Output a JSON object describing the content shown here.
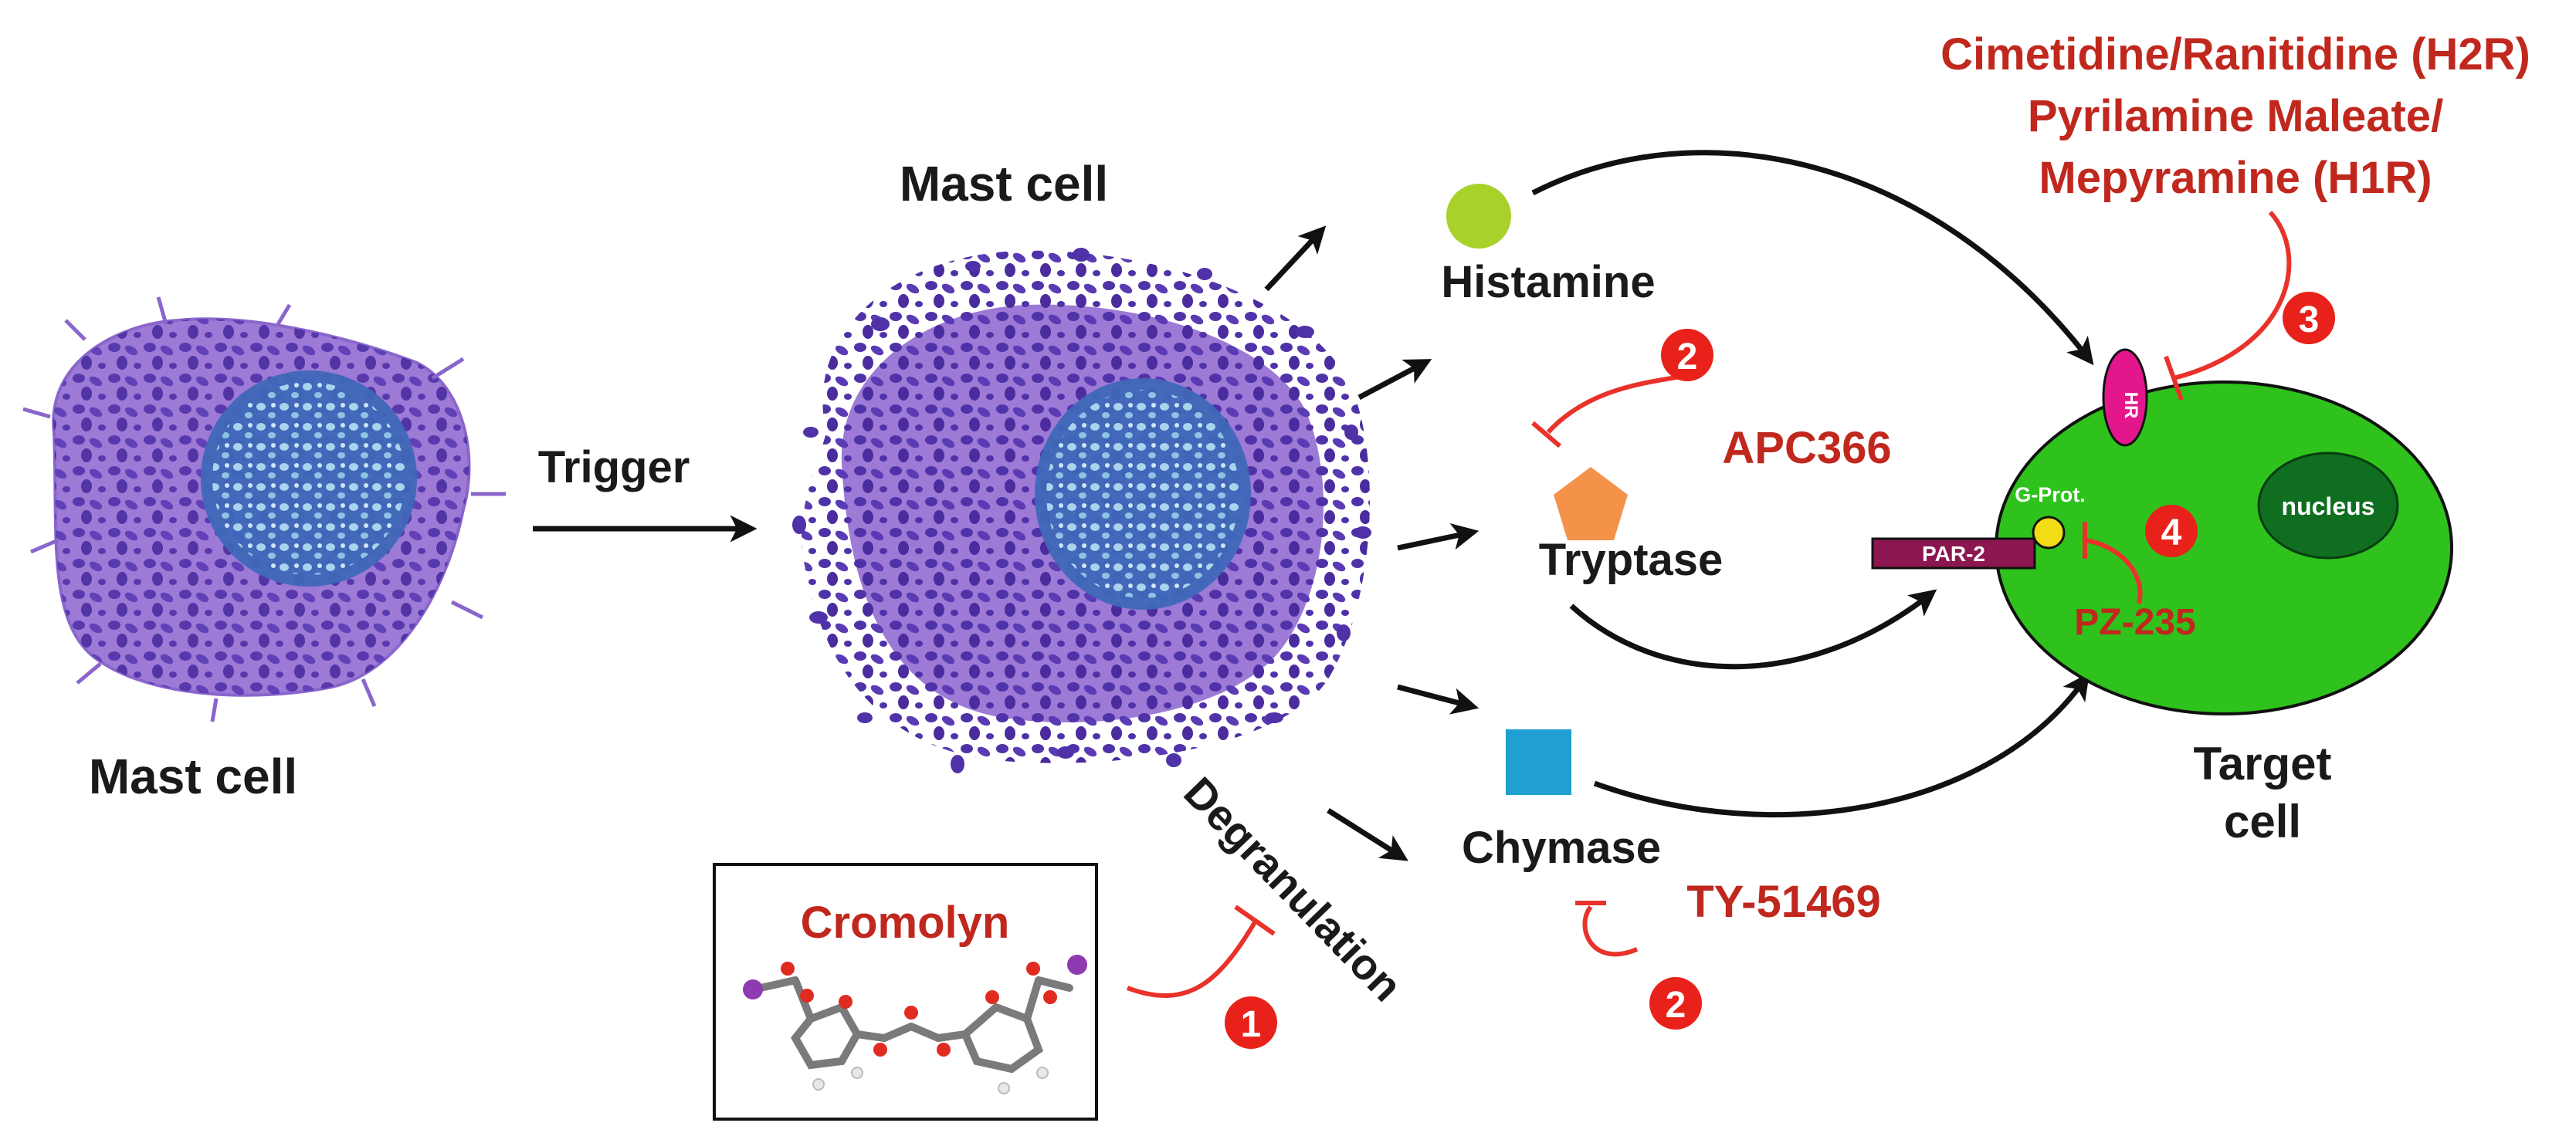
{
  "colors": {
    "cell_cytoplasm": "#9c7ad6",
    "cell_granule": "#5032a8",
    "cell_nucleus": "#3f68b8",
    "nucleus_dots": "#a9d4ee",
    "histamine": "#a8d12a",
    "tryptase": "#f4924a",
    "chymase": "#1f9fd2",
    "target_cell": "#2fc21c",
    "target_nucleus": "#0f6e1f",
    "hr_receptor": "#e3168b",
    "par2_receptor": "#8b1650",
    "g_protein": "#f2dc14",
    "inhibitor_text": "#c0281e",
    "inhibitor_line": "#e8322a",
    "badge": "#e8221a"
  },
  "labels": {
    "mast_cell_left": "Mast cell",
    "mast_cell_top": "Mast cell",
    "trigger": "Trigger",
    "degranulation": "Degranulation",
    "histamine": "Histamine",
    "tryptase": "Tryptase",
    "chymase": "Chymase",
    "target_cell_1": "Target",
    "target_cell_2": "cell",
    "nucleus": "nucleus",
    "hr": "HR",
    "par2": "PAR-2",
    "g_prot": "G-Prot."
  },
  "inhibitors": {
    "cromolyn": "Cromolyn",
    "apc366": "APC366",
    "ty51469": "TY-51469",
    "pz235": "PZ-235",
    "h_blockers_line1": "Cimetidine/Ranitidine (H2R)",
    "h_blockers_line2": "Pyrilamine Maleate/",
    "h_blockers_line3": "Mepyramine (H1R)"
  },
  "badges": {
    "cromolyn": "1",
    "apc366": "2",
    "ty51469": "2",
    "h_blockers": "3",
    "pz235": "4"
  }
}
